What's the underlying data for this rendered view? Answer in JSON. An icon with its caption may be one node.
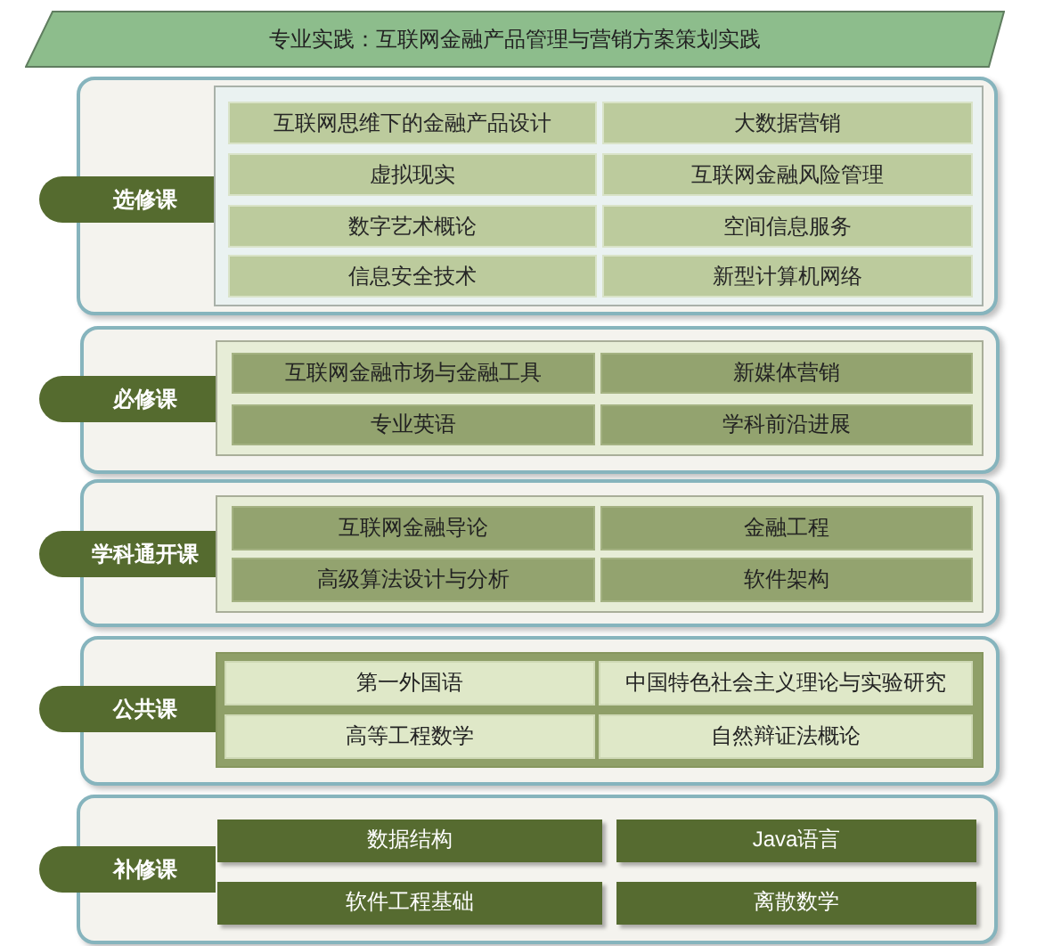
{
  "diagram": {
    "nodes": [
      {
        "text": [
          "专业实践：互联网金融产品管理与营销方案策划实践"
        ]
      },
      {
        "text": [
          "选修课"
        ]
      },
      {
        "text": [
          "互联网思维下的金融产品设计"
        ],
        "in": 1
      },
      {
        "text": [
          "大数据营销"
        ],
        "in": 1
      },
      {
        "text": [
          "虚拟现实"
        ],
        "in": 1
      },
      {
        "text": [
          "互联网金融风险管理"
        ],
        "in": 1
      },
      {
        "text": [
          "数字艺术概论"
        ],
        "in": 1
      },
      {
        "text": [
          "空间信息服务"
        ],
        "in": 1
      },
      {
        "text": [
          "信息安全技术"
        ],
        "in": 1
      },
      {
        "text": [
          "新型计算机网络"
        ],
        "in": 1
      },
      {
        "text": [
          "必修课"
        ]
      },
      {
        "text": [
          "互联网金融市场与金融工具"
        ],
        "in": 10
      },
      {
        "text": [
          "新媒体营销"
        ],
        "in": 10
      },
      {
        "text": [
          "专业英语"
        ],
        "in": 10
      },
      {
        "text": [
          "学科前沿进展"
        ],
        "in": 10
      },
      {
        "text": [
          "学科通开课"
        ]
      },
      {
        "text": [
          "互联网金融导论"
        ],
        "in": 15
      },
      {
        "text": [
          "金融工程"
        ],
        "in": 15
      },
      {
        "text": [
          "高级算法设计与分析"
        ],
        "in": 15
      },
      {
        "text": [
          "软件架构"
        ],
        "in": 15
      },
      {
        "text": [
          "公共课"
        ]
      },
      {
        "text": [
          "第一外国语"
        ],
        "in": 20
      },
      {
        "text": [
          "中国特色社会主义理论与实验研究"
        ],
        "in": 20
      },
      {
        "text": [
          "高等工程数学"
        ],
        "in": 20
      },
      {
        "text": [
          "自然辩证法概论"
        ],
        "in": 20
      },
      {
        "text": [
          "补修课"
        ]
      },
      {
        "text": [
          "数据结构"
        ],
        "in": 25
      },
      {
        "text": [
          "Java语言"
        ],
        "in": 25
      },
      {
        "text": [
          "软件工程基础"
        ],
        "in": 25
      },
      {
        "text": [
          "离散数学"
        ],
        "in": 25
      }
    ]
  }
}
